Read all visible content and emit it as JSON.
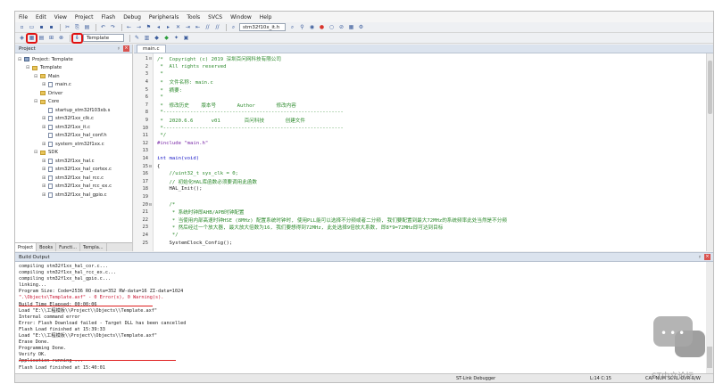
{
  "menu": [
    "File",
    "Edit",
    "View",
    "Project",
    "Flash",
    "Debug",
    "Peripherals",
    "Tools",
    "SVCS",
    "Window",
    "Help"
  ],
  "toolbar": {
    "target_combo": "stm32f10x_it.h",
    "project_target": "Template"
  },
  "project_panel": {
    "title": "Project",
    "tree": [
      {
        "depth": 0,
        "kind": "proj",
        "exp": "⊟",
        "label": "Project: Template"
      },
      {
        "depth": 1,
        "kind": "folder",
        "exp": "⊟",
        "label": "Template"
      },
      {
        "depth": 2,
        "kind": "folder",
        "exp": "⊟",
        "label": "Main"
      },
      {
        "depth": 3,
        "kind": "file",
        "exp": "⊞",
        "label": "main.c"
      },
      {
        "depth": 2,
        "kind": "folder",
        "exp": "",
        "label": "Driver"
      },
      {
        "depth": 2,
        "kind": "folder",
        "exp": "⊟",
        "label": "Core"
      },
      {
        "depth": 3,
        "kind": "file",
        "exp": "",
        "label": "startup_stm32f103xb.s"
      },
      {
        "depth": 3,
        "kind": "file",
        "exp": "⊞",
        "label": "stm32f1xx_clk.c"
      },
      {
        "depth": 3,
        "kind": "file",
        "exp": "⊞",
        "label": "stm32f1xx_it.c"
      },
      {
        "depth": 3,
        "kind": "file",
        "exp": "",
        "label": "stm32f1xx_hal_conf.h"
      },
      {
        "depth": 3,
        "kind": "file",
        "exp": "⊞",
        "label": "system_stm32f1xx.c"
      },
      {
        "depth": 2,
        "kind": "folder",
        "exp": "⊟",
        "label": "SDK"
      },
      {
        "depth": 3,
        "kind": "file",
        "exp": "⊞",
        "label": "stm32f1xx_hal.c"
      },
      {
        "depth": 3,
        "kind": "file",
        "exp": "⊞",
        "label": "stm32f1xx_hal_cortex.c"
      },
      {
        "depth": 3,
        "kind": "file",
        "exp": "⊞",
        "label": "stm32f1xx_hal_rcc.c"
      },
      {
        "depth": 3,
        "kind": "file",
        "exp": "⊞",
        "label": "stm32f1xx_hal_rcc_ex.c"
      },
      {
        "depth": 3,
        "kind": "file",
        "exp": "⊞",
        "label": "stm32f1xx_hal_gpio.c"
      }
    ],
    "tabs": [
      "Project",
      "Books",
      "Functi...",
      "Templa..."
    ]
  },
  "editor": {
    "tab": "main.c",
    "lines": [
      {
        "n": "1",
        "fold": "⊟",
        "cls": "cm",
        "text": "/*  Copyright (c) 2019 深圳百问网科技有限公司"
      },
      {
        "n": "2",
        "fold": "",
        "cls": "cm",
        "text": " *  All rights reserved"
      },
      {
        "n": "3",
        "fold": "",
        "cls": "cm",
        "text": " *"
      },
      {
        "n": "4",
        "fold": "",
        "cls": "cm",
        "text": " *  文件名称: main.c"
      },
      {
        "n": "5",
        "fold": "",
        "cls": "cm",
        "text": " *  摘要:"
      },
      {
        "n": "6",
        "fold": "",
        "cls": "cm",
        "text": " *"
      },
      {
        "n": "7",
        "fold": "",
        "cls": "cm",
        "text": " *  修改历史    版本号       Author       修改内容"
      },
      {
        "n": "8",
        "fold": "",
        "cls": "cm",
        "text": " *------------------------------------------------------------"
      },
      {
        "n": "9",
        "fold": "",
        "cls": "cm",
        "text": " *  2020.6.6      v01        百问科技       创建文件"
      },
      {
        "n": "10",
        "fold": "",
        "cls": "cm",
        "text": " *------------------------------------------------------------"
      },
      {
        "n": "11",
        "fold": "",
        "cls": "cm",
        "text": " */"
      },
      {
        "n": "12",
        "fold": "",
        "cls": "pp",
        "text": "#include \"main.h\""
      },
      {
        "n": "13",
        "fold": "",
        "cls": "",
        "text": ""
      },
      {
        "n": "14",
        "fold": "",
        "cls": "kw",
        "text": "int main(void)"
      },
      {
        "n": "15",
        "fold": "⊟",
        "cls": "",
        "text": "{"
      },
      {
        "n": "16",
        "fold": "",
        "cls": "cm",
        "text": "    //uint32_t sys_clk = 0;"
      },
      {
        "n": "17",
        "fold": "",
        "cls": "cm",
        "text": "    // 初始化HAL库函数必须要调用此函数"
      },
      {
        "n": "18",
        "fold": "",
        "cls": "fn",
        "text": "    HAL_Init();"
      },
      {
        "n": "19",
        "fold": "",
        "cls": "",
        "text": ""
      },
      {
        "n": "20",
        "fold": "⊟",
        "cls": "cm",
        "text": "    /*"
      },
      {
        "n": "21",
        "fold": "",
        "cls": "cm",
        "text": "     * 系统时钟即AHB/APB时钟配置"
      },
      {
        "n": "22",
        "fold": "",
        "cls": "cm",
        "text": "     * 当使用内部高速时钟HSE (8MHz) 配置系统时钟时, 使用PLL能可以选择不分频或者二分频, 我们要配置到最大72MHz的系统频率此处当然是不分频"
      },
      {
        "n": "23",
        "fold": "",
        "cls": "cm",
        "text": "     * 然后经过一个放大器, 最大放大倍数为16, 我们要想得到72MHz, 此处选择9倍放大系数, 即8*9=72MHz即可达到目标"
      },
      {
        "n": "24",
        "fold": "",
        "cls": "cm",
        "text": "     */"
      },
      {
        "n": "25",
        "fold": "",
        "cls": "fn",
        "text": "    SystemClock_Config();"
      }
    ]
  },
  "build_output": {
    "title": "Build Output",
    "lines": [
      {
        "text": "compiling stm32f1xx_hal_cor.c...",
        "red": false
      },
      {
        "text": "compiling stm32f1xx_hal_rcc_ex.c...",
        "red": false
      },
      {
        "text": "compiling stm32f1xx_hal_gpio.c...",
        "red": false
      },
      {
        "text": "linking...",
        "red": false
      },
      {
        "text": "Program Size: Code=2536 RO-data=352 RW-data=16 ZI-data=1024",
        "red": false
      },
      {
        "text": "\".\\Objects\\Template.axf\" - 0 Error(s), 0 Warning(s).",
        "red": true
      },
      {
        "text": "Build Time Elapsed:  00:00:06",
        "red": false
      },
      {
        "text": "Load \"E:\\\\工程模板\\\\Project\\\\Objects\\\\Template.axf\"",
        "red": false
      },
      {
        "text": "Internal command error",
        "red": false
      },
      {
        "text": "Error: Flash Download failed  -  Target DLL has been cancelled",
        "red": false
      },
      {
        "text": "Flash Load finished at 15:39:33",
        "red": false
      },
      {
        "text": "Load \"E:\\\\工程模板\\\\Project\\\\Objects\\\\Template.axf\"",
        "red": false
      },
      {
        "text": "Erase Done.",
        "red": false
      },
      {
        "text": "Programming Done.",
        "red": false
      },
      {
        "text": "Verify OK.",
        "red": false
      },
      {
        "text": "Application running ...",
        "red": false
      },
      {
        "text": "Flash Load finished at 15:40:01",
        "red": false
      }
    ]
  },
  "status": {
    "debugger": "ST-Link Debugger",
    "position": "L:14 C:15",
    "caps": "CAP NUM SCRL OVR R/W"
  },
  "watermark": {
    "text": "ST中文论坛"
  }
}
